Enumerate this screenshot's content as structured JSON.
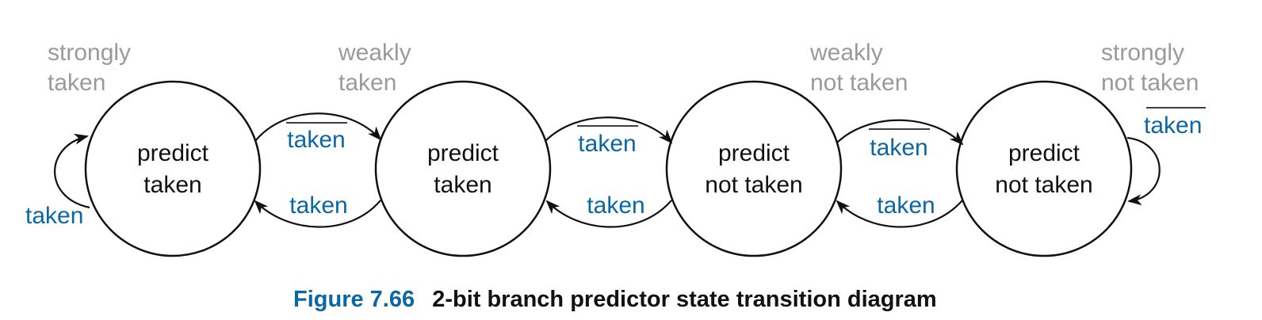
{
  "states": [
    {
      "label_line1": "strongly",
      "label_line2": "taken",
      "text_line1": "predict",
      "text_line2": "taken"
    },
    {
      "label_line1": "weakly",
      "label_line2": "taken",
      "text_line1": "predict",
      "text_line2": "taken"
    },
    {
      "label_line1": "weakly",
      "label_line2": "not taken",
      "text_line1": "predict",
      "text_line2": "not taken"
    },
    {
      "label_line1": "strongly",
      "label_line2": "not taken",
      "text_line1": "predict",
      "text_line2": "not taken"
    }
  ],
  "transitions": {
    "self_loop_left": {
      "label": "taken",
      "negated": false
    },
    "forward_1_2": {
      "label": "taken",
      "negated": true
    },
    "forward_2_3": {
      "label": "taken",
      "negated": true
    },
    "forward_3_4": {
      "label": "taken",
      "negated": true
    },
    "back_2_1": {
      "label": "taken",
      "negated": false
    },
    "back_3_2": {
      "label": "taken",
      "negated": false
    },
    "back_4_3": {
      "label": "taken",
      "negated": false
    },
    "self_loop_right": {
      "label": "taken",
      "negated": true
    }
  },
  "caption": {
    "number": "Figure 7.66",
    "title": "2-bit branch predictor state transition diagram"
  },
  "colors": {
    "edge_label": "#0b67a3",
    "state_label": "#9a9a9a",
    "caption_number": "#0b67a3"
  }
}
